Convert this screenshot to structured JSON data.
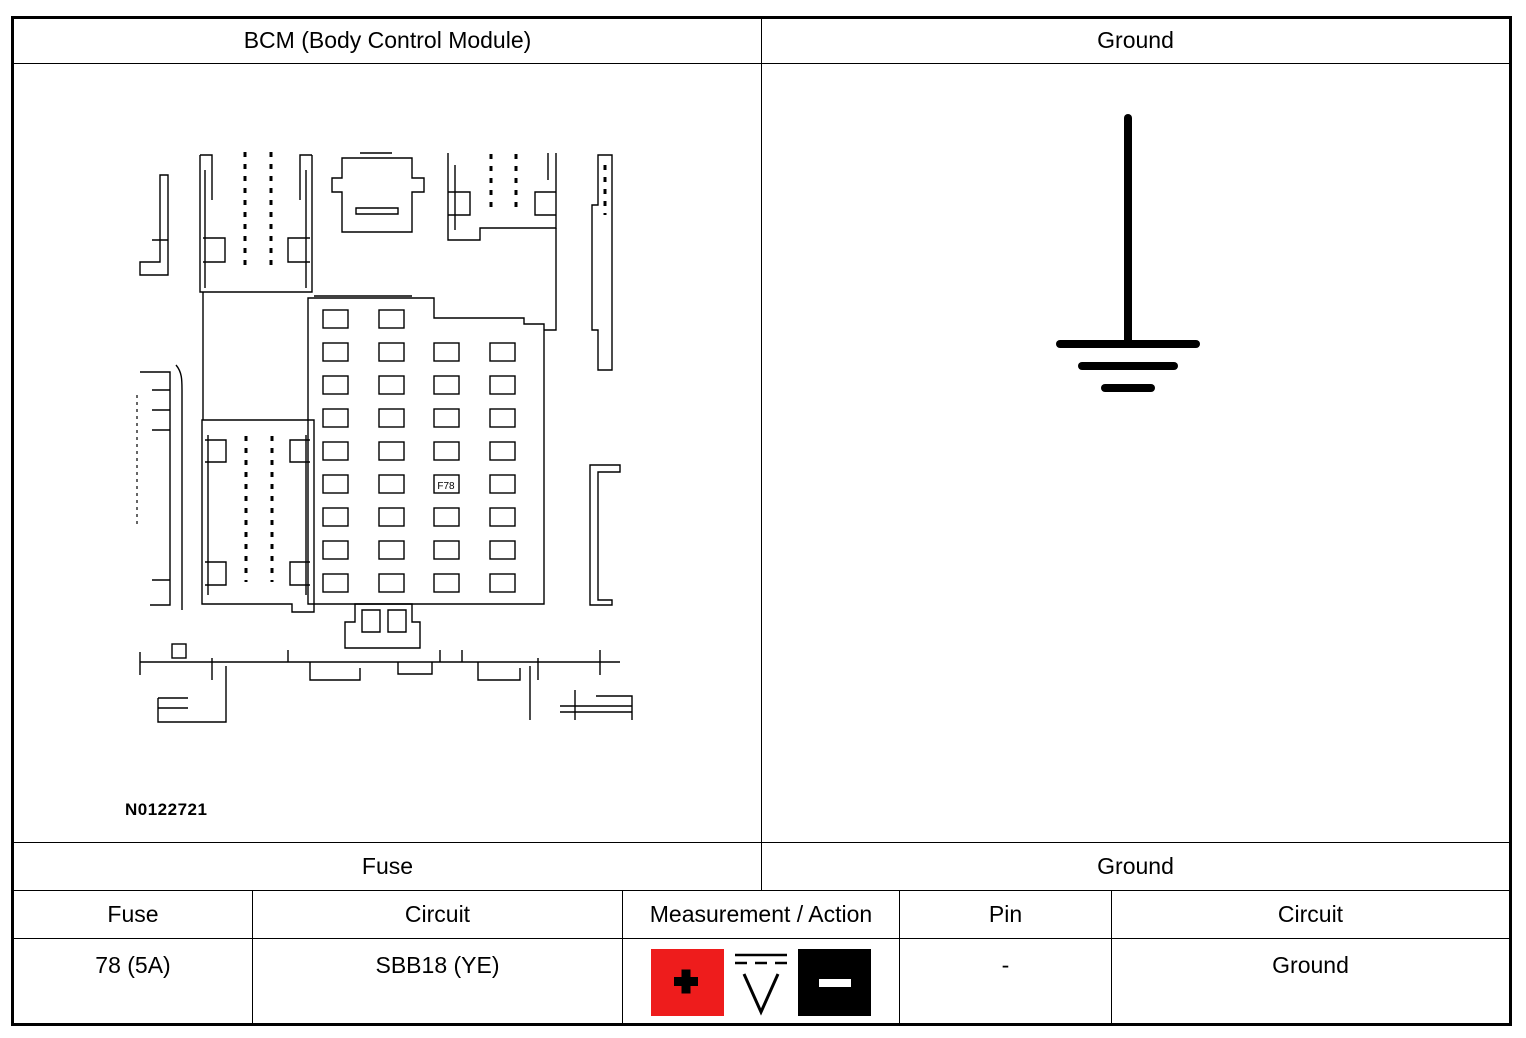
{
  "header": {
    "left_title": "BCM (Body Control Module)",
    "right_title": "Ground"
  },
  "diagram": {
    "code": "N0122721",
    "fuse_label": "F78"
  },
  "subheader": {
    "left": "Fuse",
    "right": "Ground"
  },
  "table": {
    "columns": [
      "Fuse",
      "Circuit",
      "Measurement / Action",
      "Pin",
      "Circuit"
    ],
    "row": {
      "fuse": "78 (5A)",
      "circuit_left": "SBB18 (YE)",
      "pin": "-",
      "circuit_right": "Ground"
    }
  },
  "measurement": {
    "icons": [
      "plus-icon",
      "dc-voltage-icon",
      "minus-icon"
    ],
    "plus_color": "#ee1c1c",
    "minus_color": "#000000"
  }
}
